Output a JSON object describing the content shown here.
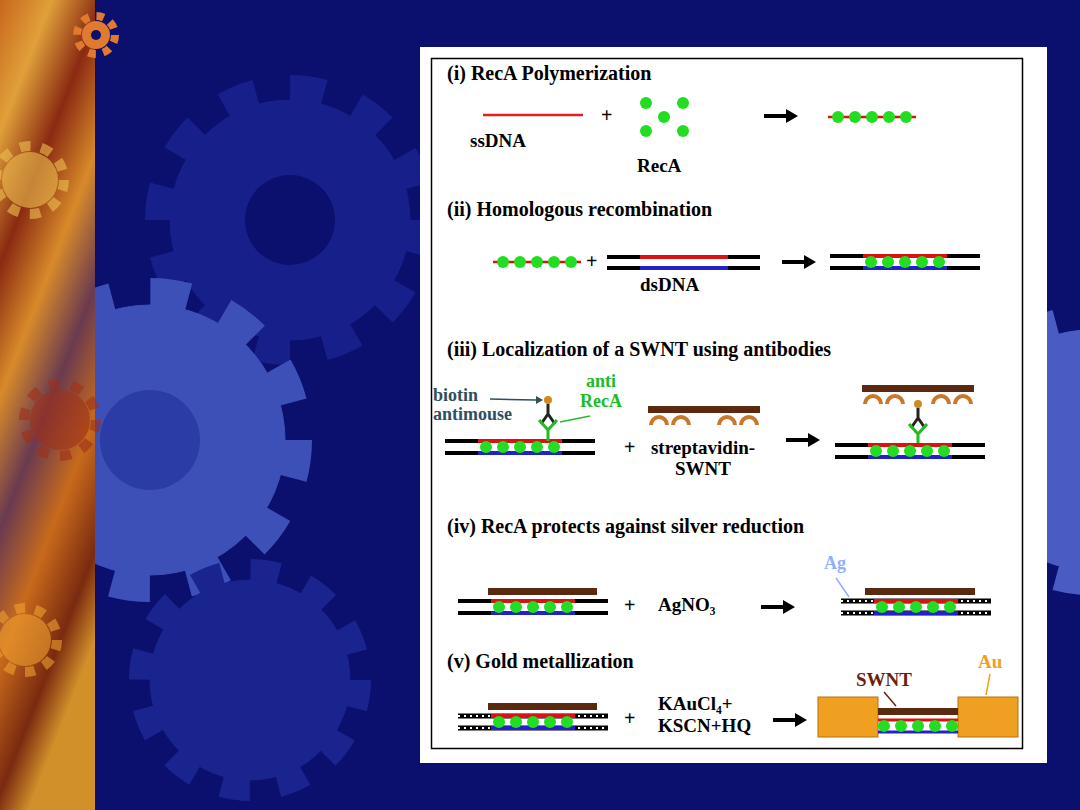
{
  "diagram": {
    "labels": [
      "(i) RecA Polymerization",
      "ssDNA",
      "+",
      "RecA",
      "(ii) Homologous recombination",
      "+",
      "dsDNA",
      "(iii) Localization of a SWNT using antibodies",
      "biotin",
      "antimouse",
      "anti RecA",
      "+",
      "streptavidin- SWNT",
      "(iv) RecA protects against silver reduction",
      "+",
      "AgNO₃",
      "Ag",
      "(v) Gold metallization",
      "+",
      "KAuCl₄+",
      "KSCN+HQ",
      "SWNT",
      "Au"
    ]
  }
}
